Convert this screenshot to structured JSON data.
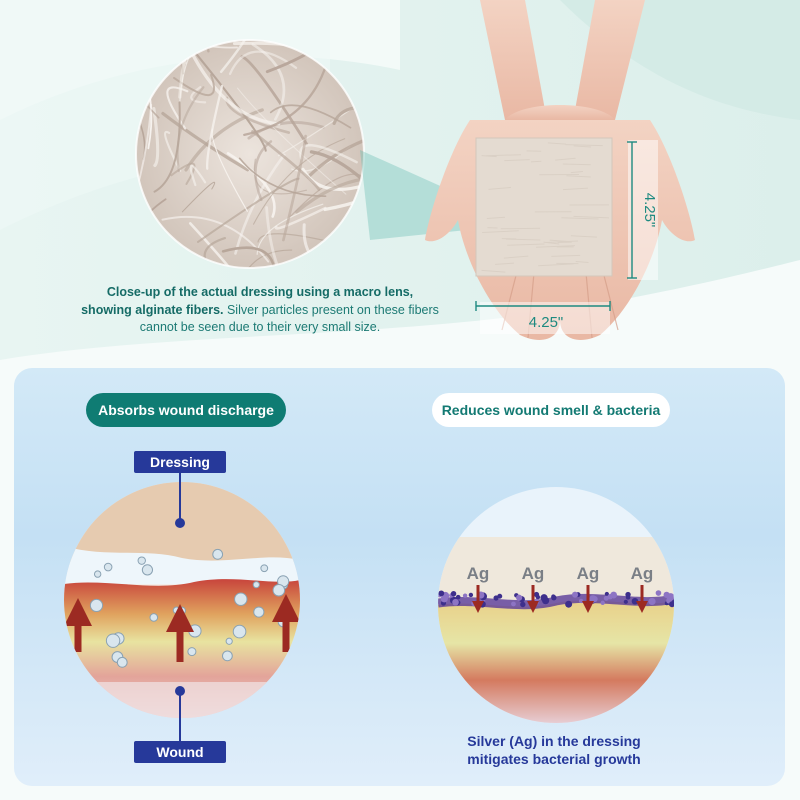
{
  "top": {
    "caption_bold": "Close-up of the actual dressing using a macro lens, showing alginate fibers.",
    "caption_rest": " Silver particles present on these fibers cannot be seen due to their very small size.",
    "dimension_width": "4.25\"",
    "dimension_height": "4.25\""
  },
  "benefits": {
    "absorbs_label": "Absorbs wound discharge",
    "reduces_label": "Reduces wound smell & bacteria"
  },
  "layers": {
    "dressing_label": "Dressing",
    "wound_label": "Wound"
  },
  "silver": {
    "marker": "Ag",
    "caption_line1": "Silver (Ag) in the dressing",
    "caption_line2": "mitigates bacterial growth"
  },
  "colors": {
    "teal": "#0f7c73",
    "navy": "#26399a",
    "arrow_red": "#9c2a22"
  }
}
